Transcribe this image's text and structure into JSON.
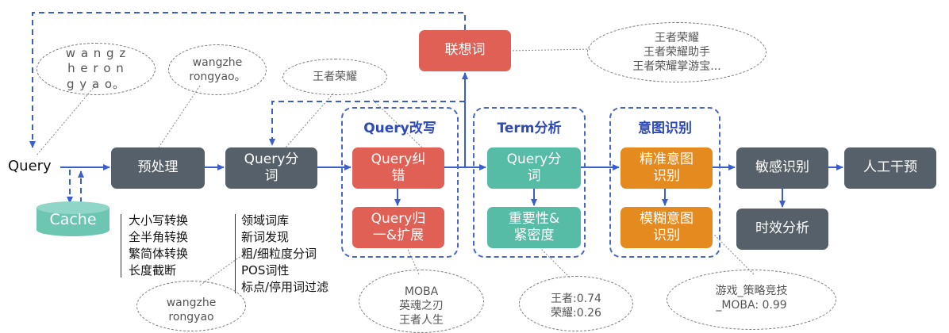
{
  "input_label": "Query",
  "cache_label": "Cache",
  "nodes": {
    "preprocess": "预处理",
    "segment": "Query分\n词",
    "correct": "Query纠\n错",
    "normalize": "Query归\n一&扩展",
    "term_segment": "Query分\n词",
    "importance": "重要性&\n紧密度",
    "precise_intent": "精准意图\n识别",
    "fuzzy_intent": "模糊意图\n识别",
    "sensitive": "敏感识别",
    "manual": "人工干预",
    "timeliness": "时效分析",
    "association": "联想词"
  },
  "groups": {
    "rewrite": "Query改写",
    "term": "Term分析",
    "intent": "意图识别"
  },
  "preprocess_list": [
    "大小写转换",
    "全半角转换",
    "繁简体转换",
    "长度截断"
  ],
  "segment_list": [
    "领域词库",
    "新词发现",
    "粗/细粒度分词",
    "POS词性",
    "标点/停用词过滤"
  ],
  "examples": {
    "pinyin_split": "w a n g z\nh e r o n\ng y a o。",
    "pinyin_joined": "wangzhe\nrongyao。",
    "pinyin_bottom": "wangzhe\nrongyao",
    "wangzhe": "王者荣耀",
    "association_list": "王者荣耀\n王者荣耀助手\n王者荣耀掌游宝...",
    "expansion": "MOBA\n英魂之刃\n王者人生",
    "weights": "王者:0.74\n荣耀:0.26",
    "category": "游戏_策略竞技\n_MOBA: 0.99"
  },
  "colors": {
    "arrow": "#3a5fcd",
    "dark_node": "#56606a",
    "red_node": "#e06055",
    "teal_node": "#57bca6",
    "orange_node": "#e58a1f",
    "cache": "#6cc6b2"
  }
}
